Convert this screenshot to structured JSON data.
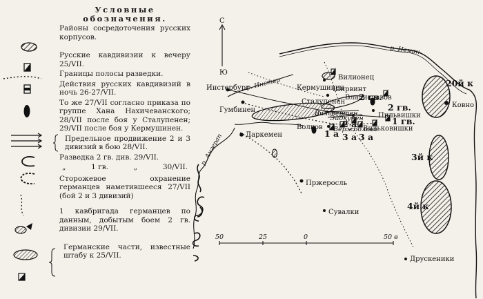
{
  "legend": {
    "title": "Условные обозначения.",
    "items": [
      {
        "id": "concentration",
        "text": "Районы сосредоточения русских корпусов."
      },
      {
        "id": "cav_evening",
        "text": "Русские кавдивизии к вечеру 25/VII."
      },
      {
        "id": "recon_bounds",
        "text": "Границы полосы разведки."
      },
      {
        "id": "cav_night",
        "text": "Действия русских кавдивизий в ночь 26-27/VII."
      },
      {
        "id": "cav_27",
        "text": "То же 27/VII согласно приказа по группе Хана Нахичеванского; 28/VII после боя у Сталупенен; 29/VII после боя у Кермушинен."
      },
      {
        "id": "advance",
        "text": "Предельное продвижение 2 и 3 дивизий в бою 28/VII."
      },
      {
        "id": "recon_2gv",
        "text": "Разведка 2 гв. див. 29/VII."
      },
      {
        "id": "recon_1gv_a",
        "text": "„"
      },
      {
        "id": "recon_1gv_b",
        "text": "1 гв."
      },
      {
        "id": "recon_1gv_c",
        "text": "„"
      },
      {
        "id": "recon_1gv_d",
        "text": "30/VII."
      },
      {
        "id": "german_outpost",
        "text": "Сторожевое охранение германцев наметившееся 27/VII (бой 2 и 3 дивизий)"
      },
      {
        "id": "german_cav",
        "text": "1 кавбригада германцев по данным, добытым боем 2 гв. дивизии 29/VII."
      },
      {
        "id": "german_known",
        "text": "Германские части, известные штабу к 25/VII."
      }
    ]
  },
  "map": {
    "places": {
      "insterburg": "Инстербург",
      "gumbinen": "Гумбинен",
      "darkemen": "Даркемен",
      "stalupenen": "Сталупенен",
      "kermushinen": "Кермушинен",
      "vilionets": "Вилионец",
      "shirvint": "Ширвинт",
      "vladislavov": "Владиславов",
      "pilvishki": "Пильвишки",
      "vilkovishki": "Вильковишки",
      "vilvergen": "Вильвертен",
      "eidkunen": "Эйдкунен",
      "volkov": "Волков",
      "vezhbolovo": "Вержболово",
      "pzherosl": "Пржеросль",
      "suvalki": "Сувалки",
      "kovno": "Ковно",
      "druskeniki": "Друскеники"
    },
    "rivers": {
      "neman": "р. Неман",
      "inster": "р. Инстер",
      "angerap": "р. Ангерап"
    },
    "units": {
      "gv2": "2 гв.",
      "gv2b": "2 гв.",
      "gv1": "1 гв.",
      "d1a": "1 а",
      "d2a": "2 а",
      "d3a": "3 а",
      "d3a2": "3 а",
      "corps20": "20й к",
      "corps3": "3й к",
      "corps4": "4й к"
    },
    "compass": {
      "north": "С",
      "south": "Ю"
    },
    "scale": {
      "ticks": [
        "50",
        "25",
        "0",
        "50 в"
      ]
    }
  }
}
